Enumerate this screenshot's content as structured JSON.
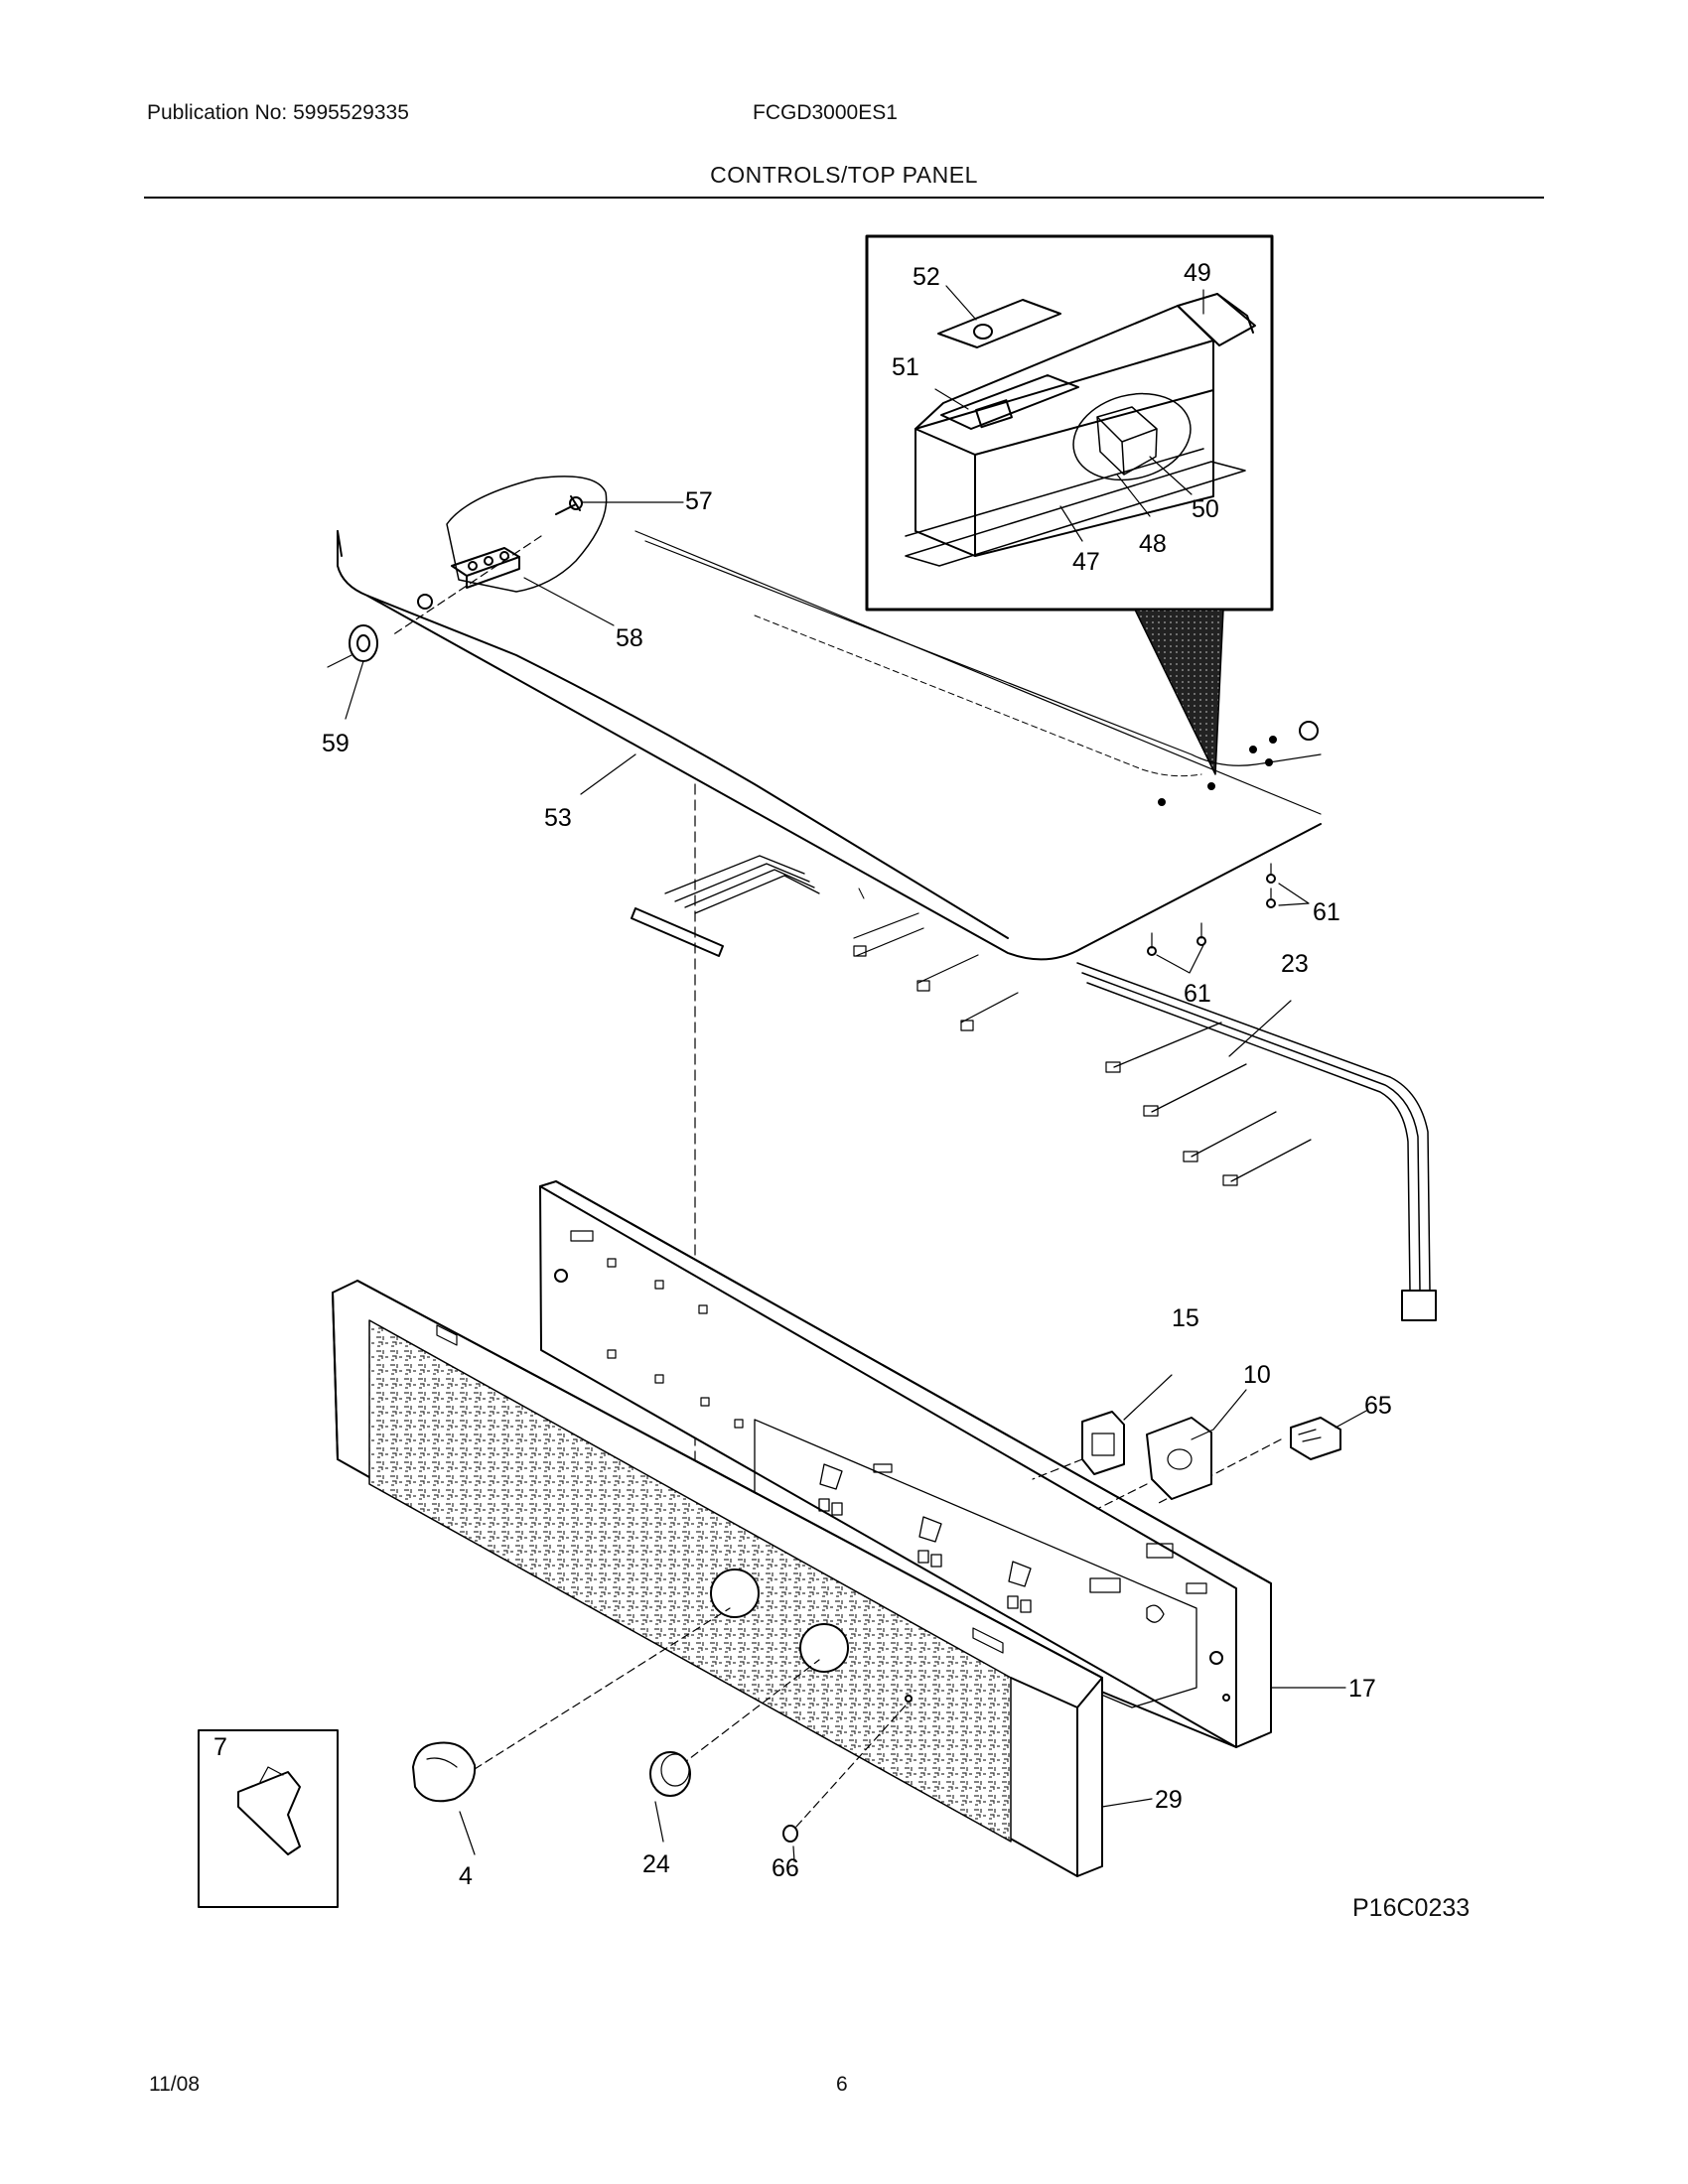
{
  "header": {
    "publication": "Publication No: 5995529335",
    "model": "FCGD3000ES1",
    "section_title": "CONTROLS/TOP PANEL"
  },
  "diagram": {
    "figure_code": "P16C0233",
    "callouts": {
      "c52": "52",
      "c49": "49",
      "c51": "51",
      "c50": "50",
      "c48": "48",
      "c47": "47",
      "c57": "57",
      "c58": "58",
      "c59": "59",
      "c53": "53",
      "c61a": "61",
      "c61b": "61",
      "c23": "23",
      "c15": "15",
      "c10": "10",
      "c65": "65",
      "c17": "17",
      "c29": "29",
      "c7": "7",
      "c4": "4",
      "c24": "24",
      "c66": "66"
    }
  },
  "footer": {
    "date": "11/08",
    "page": "6"
  },
  "colors": {
    "ink": "#000000",
    "paper": "#ffffff"
  }
}
